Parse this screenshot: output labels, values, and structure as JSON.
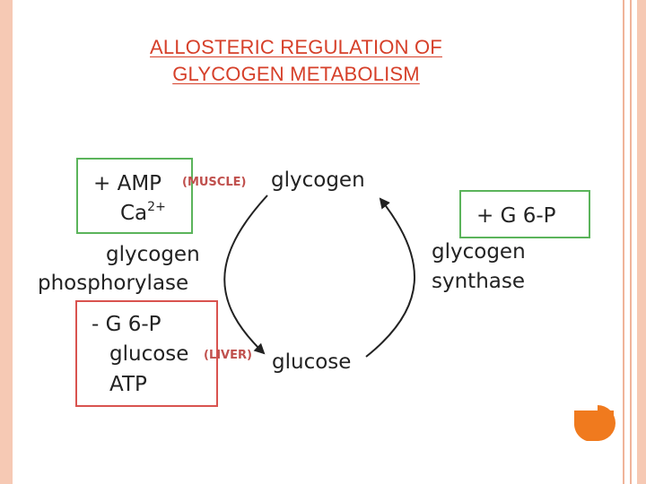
{
  "slide": {
    "title_line1": "ALLOSTERIC REGULATION OF",
    "title_line2": "GLYCOGEN METABOLISM"
  },
  "diagram": {
    "nodes": {
      "glycogen": "glycogen",
      "glucose": "glucose"
    },
    "enzymes": {
      "phosphorylase_line1": "glycogen",
      "phosphorylase_line2": "phosphorylase",
      "synthase_line1": "glycogen",
      "synthase_line2": "synthase"
    },
    "activators_phosphorylase": {
      "line1": "+ AMP",
      "tissue": "(MUSCLE)",
      "line2_base": "Ca",
      "line2_sup": "2+"
    },
    "inhibitors_phosphorylase": {
      "line1": "- G 6-P",
      "line2": "glucose",
      "tissue": "(LIVER)",
      "line3": "ATP"
    },
    "activators_synthase": {
      "line1": "+ G 6-P"
    }
  },
  "colors": {
    "title": "#d6402a",
    "activator_box": "#5bb45b",
    "inhibitor_box": "#d9534f",
    "tissue_label": "#c0504d",
    "text": "#222222",
    "border": "#f6c9b4",
    "accent": "#f07a1e"
  }
}
